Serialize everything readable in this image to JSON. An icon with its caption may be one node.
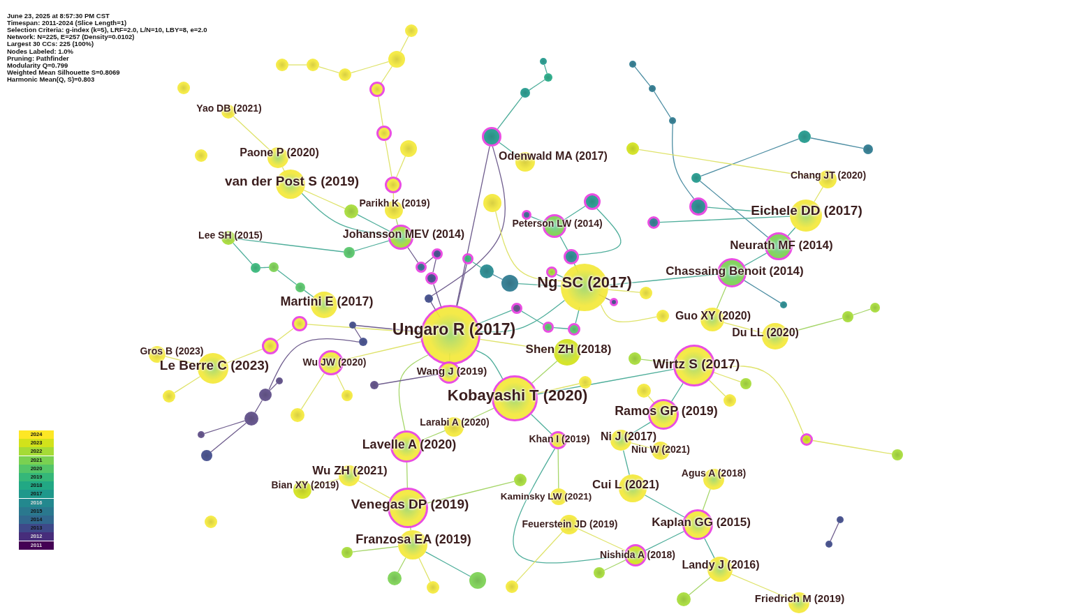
{
  "diagram": {
    "nodes": [
      {
        "text": [
          "Yao DB (2021)"
        ]
      },
      {
        "text": [
          "Paone P (2020)"
        ]
      },
      {
        "text": [
          "van der Post S (2019)"
        ]
      },
      {
        "text": [
          "Parikh K (2019)"
        ]
      },
      {
        "text": [
          "Lee SH (2015)"
        ]
      },
      {
        "text": [
          "Johansson MEV (2014)"
        ]
      },
      {
        "text": [
          "Odenwald MA (2017)"
        ]
      },
      {
        "text": [
          "Peterson LW (2014)"
        ]
      },
      {
        "text": [
          "Chang JT (2020)"
        ]
      },
      {
        "text": [
          "Eichele DD (2017)"
        ]
      },
      {
        "text": [
          "Neurath MF (2014)"
        ]
      },
      {
        "text": [
          "Chassaing Benoit (2014)"
        ]
      },
      {
        "text": [
          "Ng SC (2017)"
        ]
      },
      {
        "text": [
          "Martini E (2017)"
        ]
      },
      {
        "text": [
          "Ungaro R (2017)"
        ]
      },
      {
        "text": [
          "Guo XY (2020)"
        ]
      },
      {
        "text": [
          "Du LL (2020)"
        ]
      },
      {
        "text": [
          "Gros B (2023)"
        ]
      },
      {
        "text": [
          "Le Berre C (2023)"
        ]
      },
      {
        "text": [
          "Wu JW (2020)"
        ]
      },
      {
        "text": [
          "Wang J (2019)"
        ]
      },
      {
        "text": [
          "Shen ZH (2018)"
        ]
      },
      {
        "text": [
          "Wirtz S (2017)"
        ]
      },
      {
        "text": [
          "Kobayashi T (2020)"
        ]
      },
      {
        "text": [
          "Ramos GP (2019)"
        ]
      },
      {
        "text": [
          "Larabi A (2020)"
        ]
      },
      {
        "text": [
          "Lavelle A (2020)"
        ]
      },
      {
        "text": [
          "Khan I (2019)"
        ]
      },
      {
        "text": [
          "Ni J (2017)"
        ]
      },
      {
        "text": [
          "Niu W (2021)"
        ]
      },
      {
        "text": [
          "Wu ZH (2021)"
        ]
      },
      {
        "text": [
          "Agus A (2018)"
        ]
      },
      {
        "text": [
          "Bian XY (2019)"
        ]
      },
      {
        "text": [
          "Cui L (2021)"
        ]
      },
      {
        "text": [
          "Kaminsky LW (2021)"
        ]
      },
      {
        "text": [
          "Venegas DP (2019)"
        ]
      },
      {
        "text": [
          "Kaplan GG (2015)"
        ]
      },
      {
        "text": [
          "Feuerstein JD (2019)"
        ]
      },
      {
        "text": [
          "Franzosa EA (2019)"
        ]
      },
      {
        "text": [
          "Nishida A (2018)"
        ]
      },
      {
        "text": [
          "Landy J (2016)"
        ]
      },
      {
        "text": [
          "Friedrich M (2019)"
        ]
      },
      {
        "text": [],
        "shape": "circle"
      },
      {
        "text": [],
        "shape": "circle"
      },
      {
        "text": [],
        "shape": "circle"
      },
      {
        "text": [],
        "shape": "circle"
      },
      {
        "text": [],
        "shape": "circle"
      },
      {
        "text": [],
        "shape": "circle"
      },
      {
        "text": [],
        "shape": "circle"
      },
      {
        "text": [],
        "shape": "circle"
      },
      {
        "text": [],
        "shape": "circle"
      },
      {
        "text": [],
        "shape": "circle"
      },
      {
        "text": [],
        "shape": "circle"
      },
      {
        "text": [],
        "shape": "circle"
      },
      {
        "text": [],
        "shape": "circle"
      },
      {
        "text": [],
        "shape": "circle"
      },
      {
        "text": [],
        "shape": "circle"
      },
      {
        "text": [],
        "shape": "circle"
      },
      {
        "text": [],
        "shape": "circle"
      },
      {
        "text": [],
        "shape": "circle"
      },
      {
        "text": [],
        "shape": "circle"
      },
      {
        "text": [],
        "shape": "circle"
      },
      {
        "text": [],
        "shape": "circle"
      },
      {
        "text": [],
        "shape": "circle"
      },
      {
        "text": [],
        "shape": "circle"
      },
      {
        "text": [],
        "shape": "circle"
      },
      {
        "text": [],
        "shape": "circle"
      },
      {
        "text": [],
        "shape": "circle"
      },
      {
        "text": [],
        "shape": "circle"
      },
      {
        "text": [],
        "shape": "circle"
      },
      {
        "text": [],
        "shape": "circle"
      },
      {
        "text": [],
        "shape": "circle"
      },
      {
        "text": [],
        "shape": "circle"
      },
      {
        "text": [],
        "shape": "circle"
      },
      {
        "text": [],
        "shape": "circle"
      },
      {
        "text": [],
        "shape": "circle"
      },
      {
        "text": [],
        "shape": "circle"
      },
      {
        "text": [],
        "shape": "circle"
      },
      {
        "text": [],
        "shape": "circle"
      },
      {
        "text": [],
        "shape": "circle"
      },
      {
        "text": [],
        "shape": "circle"
      },
      {
        "text": [],
        "shape": "circle"
      },
      {
        "text": [],
        "shape": "circle"
      },
      {
        "text": [],
        "shape": "circle"
      },
      {
        "text": [],
        "shape": "circle"
      },
      {
        "text": [],
        "shape": "circle"
      },
      {
        "text": [],
        "shape": "circle"
      },
      {
        "text": [],
        "shape": "circle"
      },
      {
        "text": [],
        "shape": "circle"
      },
      {
        "text": [],
        "shape": "circle"
      },
      {
        "text": [],
        "shape": "circle"
      },
      {
        "text": [],
        "shape": "circle"
      },
      {
        "text": [],
        "shape": "circle"
      },
      {
        "text": [],
        "shape": "circle"
      },
      {
        "text": [],
        "shape": "circle"
      },
      {
        "text": [],
        "shape": "circle"
      },
      {
        "text": [],
        "shape": "circle"
      },
      {
        "text": [],
        "shape": "circle"
      },
      {
        "text": [],
        "shape": "circle"
      },
      {
        "text": [],
        "shape": "circle"
      },
      {
        "text": [],
        "shape": "circle"
      },
      {
        "text": [],
        "shape": "circle"
      },
      {
        "text": [],
        "shape": "circle"
      },
      {
        "text": [],
        "shape": "circle"
      },
      {
        "text": [],
        "shape": "circle"
      },
      {
        "text": [],
        "shape": "circle"
      },
      {
        "text": [],
        "shape": "circle"
      },
      {
        "text": [],
        "shape": "circle"
      },
      {
        "text": [],
        "shape": "circle"
      },
      {
        "text": [],
        "shape": "circle"
      },
      {
        "text": [],
        "shape": "circle"
      },
      {
        "text": [],
        "shape": "circle"
      },
      {
        "text": [],
        "shape": "circle"
      },
      {
        "text": [],
        "shape": "circle"
      },
      {
        "text": [],
        "shape": "circle"
      },
      {
        "text": [],
        "shape": "circle"
      },
      {
        "text": [],
        "shape": "circle"
      },
      {
        "text": [],
        "shape": "circle"
      },
      {
        "text": [],
        "shape": "circle"
      },
      {
        "text": [],
        "shape": "circle"
      },
      {
        "text": [],
        "shape": "circle"
      },
      {
        "text": [],
        "shape": "circle"
      },
      {
        "text": [],
        "shape": "circle"
      }
    ],
    "edges": [
      {
        "from": 44,
        "to": 45,
        "arrow": "none",
        "color": "#dfe36b"
      },
      {
        "from": 45,
        "to": 46,
        "arrow": "none",
        "color": "#dfe36b"
      },
      {
        "from": 46,
        "to": 43,
        "arrow": "none",
        "color": "#dfe36b"
      },
      {
        "from": 43,
        "to": 42,
        "arrow": "none",
        "color": "#dfe36b"
      },
      {
        "from": 43,
        "to": 47,
        "arrow": "none",
        "color": "#dfe36b"
      },
      {
        "from": 47,
        "to": 49,
        "arrow": "none",
        "color": "#dfe36b"
      },
      {
        "from": 49,
        "to": 53,
        "arrow": "none",
        "color": "#dfe36b"
      },
      {
        "from": 50,
        "to": 53,
        "arrow": "none",
        "color": "#dfe36b"
      },
      {
        "from": 0,
        "to": 1,
        "arrow": "none",
        "color": "#dfe36b"
      },
      {
        "from": 1,
        "to": 2,
        "arrow": "none",
        "color": "#dfe36b"
      },
      {
        "from": 2,
        "to": 52,
        "arrow": "none",
        "color": "#dfe36b"
      },
      {
        "from": 52,
        "to": 5,
        "arrow": "none"
      },
      {
        "from": 3,
        "to": 5,
        "arrow": "none",
        "color": "#a6d66a"
      },
      {
        "from": 53,
        "to": 3,
        "arrow": "none",
        "color": "#dfe36b"
      },
      {
        "from": 2,
        "to": 5,
        "arrow": "none"
      },
      {
        "from": 4,
        "to": 79,
        "arrow": "none"
      },
      {
        "from": 79,
        "to": 80,
        "arrow": "none"
      },
      {
        "from": 80,
        "to": 81,
        "arrow": "none"
      },
      {
        "from": 81,
        "to": 13,
        "arrow": "none"
      },
      {
        "from": 4,
        "to": 78,
        "arrow": "none"
      },
      {
        "from": 78,
        "to": 5,
        "arrow": "none"
      },
      {
        "from": 54,
        "to": 57,
        "arrow": "none"
      },
      {
        "from": 57,
        "to": 56,
        "arrow": "none"
      },
      {
        "from": 56,
        "to": 55,
        "arrow": "none"
      },
      {
        "from": 54,
        "to": 6,
        "arrow": "none"
      },
      {
        "from": 54,
        "to": 14,
        "arrow": "none",
        "color": "#6f5d8e"
      },
      {
        "from": 54,
        "to": 93,
        "arrow": "none",
        "color": "#6f5d8e"
      },
      {
        "from": 58,
        "to": 59,
        "arrow": "none",
        "color": "#4d8ea3"
      },
      {
        "from": 59,
        "to": 60,
        "arrow": "none",
        "color": "#4d8ea3"
      },
      {
        "from": 60,
        "to": 66,
        "arrow": "none",
        "color": "#4d8ea3"
      },
      {
        "from": 61,
        "to": 62,
        "arrow": "none",
        "color": "#4d8ea3"
      },
      {
        "from": 61,
        "to": 64,
        "arrow": "none",
        "color": "#4d8ea3"
      },
      {
        "from": 63,
        "to": 8,
        "arrow": "none",
        "color": "#dfe36b"
      },
      {
        "from": 64,
        "to": 10,
        "arrow": "none",
        "color": "#4d8ea3"
      },
      {
        "from": 66,
        "to": 9,
        "arrow": "none"
      },
      {
        "from": 65,
        "to": 7,
        "arrow": "none"
      },
      {
        "from": 65,
        "to": 69,
        "arrow": "none"
      },
      {
        "from": 67,
        "to": 9,
        "arrow": "none"
      },
      {
        "from": 68,
        "to": 7,
        "arrow": "none"
      },
      {
        "from": 7,
        "to": 69,
        "arrow": "none"
      },
      {
        "from": 69,
        "to": 12,
        "arrow": "none"
      },
      {
        "from": 12,
        "to": 14,
        "arrow": "none"
      },
      {
        "from": 12,
        "to": 11,
        "arrow": "none"
      },
      {
        "from": 11,
        "to": 10,
        "arrow": "none"
      },
      {
        "from": 10,
        "to": 9,
        "arrow": "none"
      },
      {
        "from": 9,
        "to": 8,
        "arrow": "none",
        "color": "#dfe36b"
      },
      {
        "from": 11,
        "to": 121,
        "arrow": "none",
        "color": "#4d8ea3"
      },
      {
        "from": 11,
        "to": 15,
        "arrow": "none",
        "color": "#a6d66a"
      },
      {
        "from": 15,
        "to": 16,
        "arrow": "none",
        "color": "#dfe36b"
      },
      {
        "from": 16,
        "to": 115,
        "arrow": "none",
        "color": "#a6d66a"
      },
      {
        "from": 115,
        "to": 116,
        "arrow": "none",
        "color": "#a6d66a"
      },
      {
        "from": 12,
        "to": 88,
        "arrow": "none",
        "color": "#dfe36b"
      },
      {
        "from": 12,
        "to": 89,
        "arrow": "none",
        "color": "#dfe36b"
      },
      {
        "from": 14,
        "to": 75,
        "arrow": "none",
        "color": "#6f5d8e"
      },
      {
        "from": 75,
        "to": 71,
        "arrow": "none",
        "color": "#6f5d8e"
      },
      {
        "from": 71,
        "to": 76,
        "arrow": "none",
        "color": "#6f5d8e"
      },
      {
        "from": 76,
        "to": 5,
        "arrow": "none",
        "color": "#6f5d8e"
      },
      {
        "from": 14,
        "to": 72,
        "arrow": "none",
        "color": "#6f5d8e"
      },
      {
        "from": 72,
        "to": 73,
        "arrow": "none"
      },
      {
        "from": 73,
        "to": 74,
        "arrow": "none",
        "color": "#4d8ea3"
      },
      {
        "from": 74,
        "to": 12,
        "arrow": "none"
      },
      {
        "from": 14,
        "to": 84,
        "arrow": "none"
      },
      {
        "from": 84,
        "to": 85,
        "arrow": "none"
      },
      {
        "from": 85,
        "to": 86,
        "arrow": "none"
      },
      {
        "from": 86,
        "to": 12,
        "arrow": "none"
      },
      {
        "from": 87,
        "to": 12,
        "arrow": "none",
        "color": "#6f5d8e"
      },
      {
        "from": 77,
        "to": 12,
        "arrow": "none"
      },
      {
        "from": 70,
        "to": 12,
        "arrow": "none",
        "color": "#dfe36b"
      },
      {
        "from": 14,
        "to": 20,
        "arrow": "none"
      },
      {
        "from": 14,
        "to": 23,
        "arrow": "none"
      },
      {
        "from": 14,
        "to": 21,
        "arrow": "none",
        "color": "#dfe36b"
      },
      {
        "from": 14,
        "to": 19,
        "arrow": "none",
        "color": "#dfe36b"
      },
      {
        "from": 14,
        "to": 26,
        "arrow": "none",
        "color": "#a6d66a"
      },
      {
        "from": 14,
        "to": 82,
        "arrow": "none",
        "color": "#dfe36b"
      },
      {
        "from": 82,
        "to": 83,
        "arrow": "none",
        "color": "#dfe36b"
      },
      {
        "from": 83,
        "to": 18,
        "arrow": "none",
        "color": "#dfe36b"
      },
      {
        "from": 18,
        "to": 17,
        "arrow": "none",
        "color": "#dfe36b"
      },
      {
        "from": 18,
        "to": 99,
        "arrow": "none",
        "color": "#dfe36b"
      },
      {
        "from": 14,
        "to": 90,
        "arrow": "none",
        "color": "#6f5d8e"
      },
      {
        "from": 90,
        "to": 91,
        "arrow": "none",
        "color": "#6f5d8e"
      },
      {
        "from": 91,
        "to": 94,
        "arrow": "none",
        "color": "#6f5d8e"
      },
      {
        "from": 94,
        "to": 95,
        "arrow": "none",
        "color": "#6f5d8e"
      },
      {
        "from": 95,
        "to": 96,
        "arrow": "none",
        "color": "#6f5d8e"
      },
      {
        "from": 95,
        "to": 97,
        "arrow": "none",
        "color": "#6f5d8e"
      },
      {
        "from": 98,
        "to": 94,
        "arrow": "none",
        "color": "#6f5d8e"
      },
      {
        "from": 92,
        "to": 20,
        "arrow": "none",
        "color": "#6f5d8e"
      },
      {
        "from": 93,
        "to": 14,
        "arrow": "none",
        "color": "#6f5d8e"
      },
      {
        "from": 19,
        "to": 101,
        "arrow": "none",
        "color": "#dfe36b"
      },
      {
        "from": 19,
        "to": 100,
        "arrow": "none",
        "color": "#dfe36b"
      },
      {
        "from": 23,
        "to": 25,
        "arrow": "none",
        "color": "#a6d66a"
      },
      {
        "from": 23,
        "to": 27,
        "arrow": "none"
      },
      {
        "from": 23,
        "to": 109,
        "arrow": "none",
        "color": "#dfe36b"
      },
      {
        "from": 23,
        "to": 21,
        "arrow": "none",
        "color": "#a6d66a"
      },
      {
        "from": 23,
        "to": 22,
        "arrow": "none"
      },
      {
        "from": 22,
        "to": 24,
        "arrow": "none"
      },
      {
        "from": 22,
        "to": 110,
        "arrow": "none",
        "color": "#a6d66a"
      },
      {
        "from": 22,
        "to": 111,
        "arrow": "none",
        "color": "#dfe36b"
      },
      {
        "from": 22,
        "to": 112,
        "arrow": "none",
        "color": "#dfe36b"
      },
      {
        "from": 22,
        "to": 113,
        "arrow": "none",
        "color": "#dfe36b"
      },
      {
        "from": 113,
        "to": 114,
        "arrow": "none",
        "color": "#dfe36b"
      },
      {
        "from": 24,
        "to": 28,
        "arrow": "none"
      },
      {
        "from": 28,
        "to": 29,
        "arrow": "none",
        "color": "#dfe36b"
      },
      {
        "from": 28,
        "to": 33,
        "arrow": "none"
      },
      {
        "from": 27,
        "to": 34,
        "arrow": "none",
        "color": "#a6d66a"
      },
      {
        "from": 27,
        "to": 39,
        "arrow": "none"
      },
      {
        "from": 33,
        "to": 36,
        "arrow": "none"
      },
      {
        "from": 36,
        "to": 31,
        "arrow": "none",
        "color": "#a6d66a"
      },
      {
        "from": 36,
        "to": 40,
        "arrow": "none"
      },
      {
        "from": 40,
        "to": 41,
        "arrow": "none",
        "color": "#dfe36b"
      },
      {
        "from": 40,
        "to": 120,
        "arrow": "none",
        "color": "#a6d66a"
      },
      {
        "from": 39,
        "to": 119,
        "arrow": "none",
        "color": "#a6d66a"
      },
      {
        "from": 39,
        "to": 36,
        "arrow": "none"
      },
      {
        "from": 37,
        "to": 39,
        "arrow": "none",
        "color": "#dfe36b"
      },
      {
        "from": 26,
        "to": 35,
        "arrow": "none",
        "color": "#a6d66a"
      },
      {
        "from": 35,
        "to": 30,
        "arrow": "none",
        "color": "#dfe36b"
      },
      {
        "from": 30,
        "to": 32,
        "arrow": "none",
        "color": "#dfe36b"
      },
      {
        "from": 35,
        "to": 38,
        "arrow": "none",
        "color": "#a6d66a"
      },
      {
        "from": 38,
        "to": 103,
        "arrow": "none",
        "color": "#a6d66a"
      },
      {
        "from": 38,
        "to": 104,
        "arrow": "none",
        "color": "#a6d66a"
      },
      {
        "from": 38,
        "to": 105,
        "arrow": "none",
        "color": "#dfe36b"
      },
      {
        "from": 38,
        "to": 106,
        "arrow": "none"
      },
      {
        "from": 35,
        "to": 108,
        "arrow": "none",
        "color": "#a6d66a"
      },
      {
        "from": 26,
        "to": 25,
        "arrow": "none",
        "color": "#a6d66a"
      },
      {
        "from": 24,
        "to": 122,
        "arrow": "none",
        "color": "#dfe36b"
      },
      {
        "from": 117,
        "to": 118,
        "arrow": "none",
        "color": "#6f5d8e"
      },
      {
        "from": 107,
        "to": 37,
        "arrow": "none",
        "color": "#dfe36b"
      }
    ],
    "labels": [
      "June 23, 2025 at 8:57:30 PM CST",
      "Timespan: 2011-2024 (Slice Length=1)",
      "Selection Criteria: g-index (k=5), LRF=2.0, L/N=10, LBY=8, e=2.0",
      "Network: N=225, E=257 (Density=0.0102)",
      "Largest 30 CCs: 225 (100%)",
      "Nodes Labeled: 1.0%",
      "Pruning: Pathfinder",
      "Modularity Q=0.799",
      "Weighted Mean Silhouette S=0.8069",
      "Harmonic Mean(Q, S)=0.803"
    ],
    "legend": [
      {
        "text": "2024",
        "color": "#fde725"
      },
      {
        "text": "2023",
        "color": "#d2e21b"
      },
      {
        "text": "2022",
        "color": "#a5db36"
      },
      {
        "text": "2021",
        "color": "#7ad151"
      },
      {
        "text": "2020",
        "color": "#54c568"
      },
      {
        "text": "2019",
        "color": "#35b779"
      },
      {
        "text": "2018",
        "color": "#22a884"
      },
      {
        "text": "2017",
        "color": "#1f988b"
      },
      {
        "text": "2016",
        "color": "#23888e"
      },
      {
        "text": "2015",
        "color": "#2a788e"
      },
      {
        "text": "2014",
        "color": "#31688e"
      },
      {
        "text": "2013",
        "color": "#3e4989"
      },
      {
        "text": "2012",
        "color": "#472d7b"
      },
      {
        "text": "2011",
        "color": "#440154"
      }
    ]
  }
}
